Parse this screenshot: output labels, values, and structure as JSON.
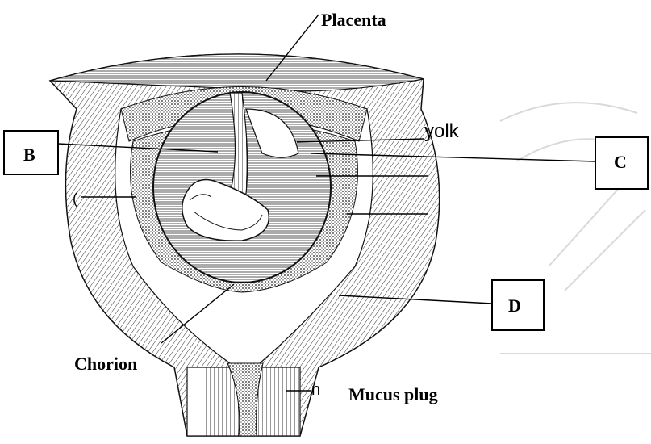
{
  "diagram": {
    "labels": {
      "placenta": "Placenta",
      "yolk": "yolk",
      "chorion": "Chorion",
      "mucus_plug": "Mucus plug",
      "mucus_stray": "n",
      "left_stray": "("
    },
    "boxes": {
      "b": "B",
      "c": "C",
      "d": "D"
    }
  }
}
